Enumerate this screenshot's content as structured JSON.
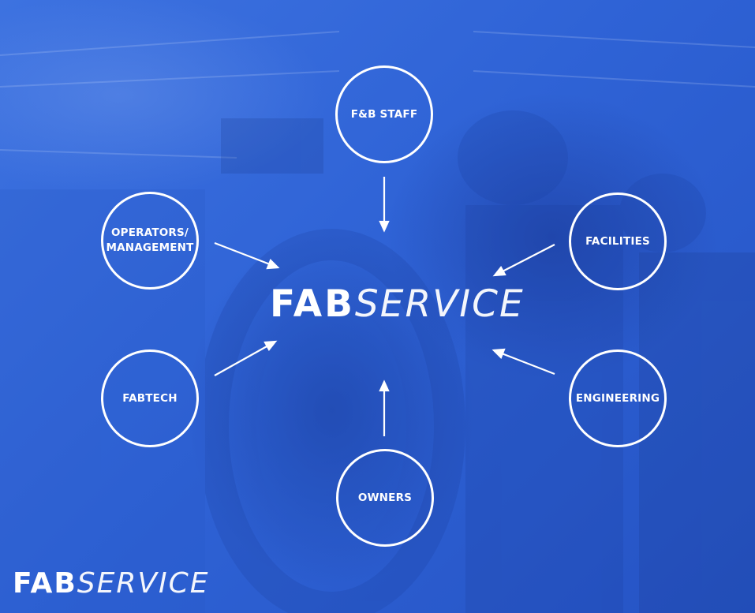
{
  "diagram": {
    "center_logo": {
      "bold": "FAB",
      "light": "SERVICE"
    },
    "corner_logo": {
      "bold": "FAB",
      "light": "SERVICE"
    },
    "nodes": [
      {
        "id": "fb-staff",
        "label": "F&B STAFF"
      },
      {
        "id": "facilities",
        "label": "FACILITIES"
      },
      {
        "id": "engineering",
        "label": "ENGINEERING"
      },
      {
        "id": "owners",
        "label": "OWNERS"
      },
      {
        "id": "fabtech",
        "label": "FABTECH"
      },
      {
        "id": "operators-management",
        "label": "OPERATORS/\nMANAGEMENT"
      }
    ]
  },
  "colors": {
    "background": "#2f63d6",
    "foreground": "#ffffff"
  }
}
